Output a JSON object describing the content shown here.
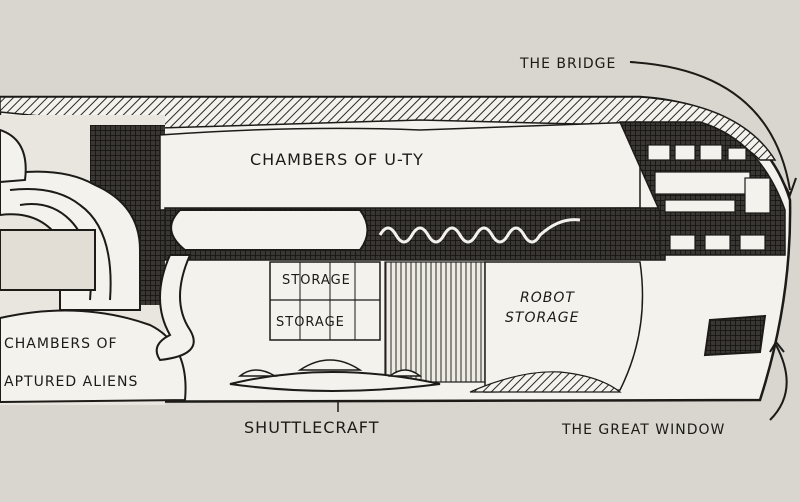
{
  "diagram": {
    "labels": {
      "bridge": "THE BRIDGE",
      "chambers_uty": "CHAMBERS OF U-TY",
      "storage_1": "STORAGE",
      "storage_2": "STORAGE",
      "robot_storage_1": "ROBOT",
      "robot_storage_2": "STORAGE",
      "captured_aliens_1": "CHAMBERS OF",
      "captured_aliens_2": "APTURED ALIENS",
      "shuttlecraft": "SHUTTLECRAFT",
      "great_window": "THE GREAT WINDOW"
    },
    "colors": {
      "paper": "#d9d6cf",
      "ink": "#1d1b18",
      "hull_light": "#f4f2ec",
      "hatch": "#2a2824"
    }
  }
}
